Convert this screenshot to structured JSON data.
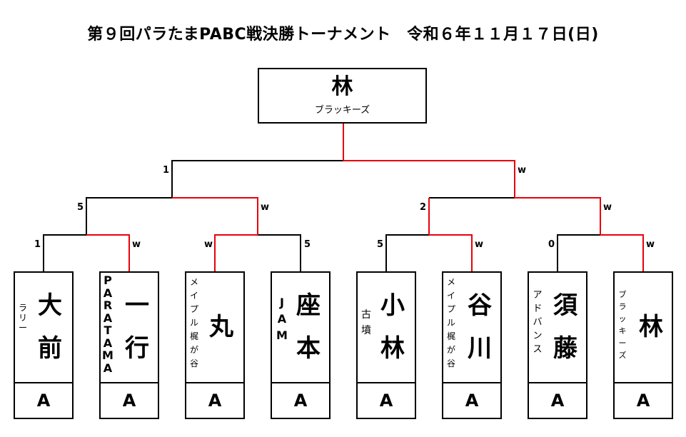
{
  "title": "第９回パラたまPABC戦決勝トーナメント　令和６年１１月１７日(日)",
  "champion": {
    "name": "林",
    "team": "ブラッキーズ"
  },
  "colors": {
    "line": "#000000",
    "winner_line": "#e8000b"
  },
  "scores": {
    "final_left": "1",
    "final_right": "w",
    "semi_left_left": "5",
    "semi_left_right": "w",
    "semi_right_left": "2",
    "semi_right_right": "w",
    "r1_1_left": "1",
    "r1_1_right": "w",
    "r1_2_left": "w",
    "r1_2_right": "5",
    "r1_3_left": "5",
    "r1_3_right": "w",
    "r1_4_left": "0",
    "r1_4_right": "w"
  },
  "players": [
    {
      "name": [
        "大",
        "前"
      ],
      "team": [
        "ラ",
        "リ",
        "ー"
      ],
      "grade": "A"
    },
    {
      "name": [
        "一",
        "行"
      ],
      "team": [
        "P",
        "A",
        "R",
        "A",
        "T",
        "A",
        "M",
        "A"
      ],
      "grade": "A"
    },
    {
      "name": [
        "丸"
      ],
      "team": [
        "メ",
        "イ",
        "プ",
        "ル",
        "梶",
        "が",
        "谷"
      ],
      "grade": "A"
    },
    {
      "name": [
        "座",
        "本"
      ],
      "team": [
        "J",
        "A",
        "M"
      ],
      "grade": "A"
    },
    {
      "name": [
        "小",
        "林"
      ],
      "team": [
        "古",
        "墳"
      ],
      "grade": "A"
    },
    {
      "name": [
        "谷",
        "川"
      ],
      "team": [
        "メ",
        "イ",
        "プ",
        "ル",
        "梶",
        "が",
        "谷"
      ],
      "grade": "A"
    },
    {
      "name": [
        "須",
        "藤"
      ],
      "team": [
        "ア",
        "ド",
        "バ",
        "ン",
        "ス"
      ],
      "grade": "A"
    },
    {
      "name": [
        "林"
      ],
      "team": [
        "ブ",
        "ラ",
        "ッ",
        "キ",
        "ー",
        "ズ"
      ],
      "grade": "A"
    }
  ]
}
